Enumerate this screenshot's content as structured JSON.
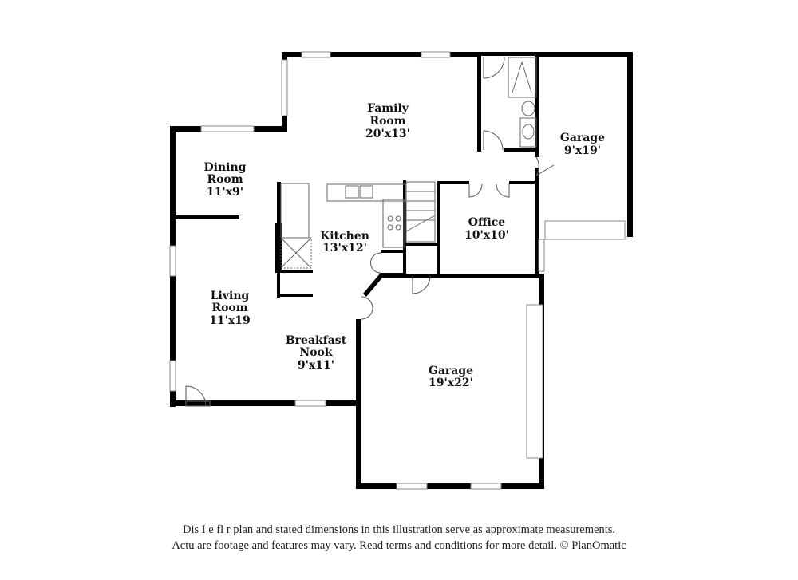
{
  "floorplan": {
    "rooms": [
      {
        "id": "family-room",
        "name_line1": "Family",
        "name_line2": "Room",
        "dims": "20'x13'"
      },
      {
        "id": "garage-small",
        "name_line1": "Garage",
        "name_line2": "",
        "dims": "9'x19'"
      },
      {
        "id": "dining-room",
        "name_line1": "Dining",
        "name_line2": "Room",
        "dims": "11'x9'"
      },
      {
        "id": "kitchen",
        "name_line1": "Kitchen",
        "name_line2": "",
        "dims": "13'x12'"
      },
      {
        "id": "office",
        "name_line1": "Office",
        "name_line2": "",
        "dims": "10'x10'"
      },
      {
        "id": "living-room",
        "name_line1": "Living",
        "name_line2": "Room",
        "dims": "11'x19"
      },
      {
        "id": "breakfast-nook",
        "name_line1": "Breakfast",
        "name_line2": "Nook",
        "dims": "9'x11'"
      },
      {
        "id": "garage-large",
        "name_line1": "Garage",
        "name_line2": "",
        "dims": "19'x22'"
      }
    ]
  },
  "disclaimer": {
    "line1": "Dis    I  e fl   r plan and stated dimensions in this illustration serve as approximate measurements.",
    "line2": "Actu    are footage and features may vary. Read terms and conditions for more detail. © PlanOmatic"
  }
}
